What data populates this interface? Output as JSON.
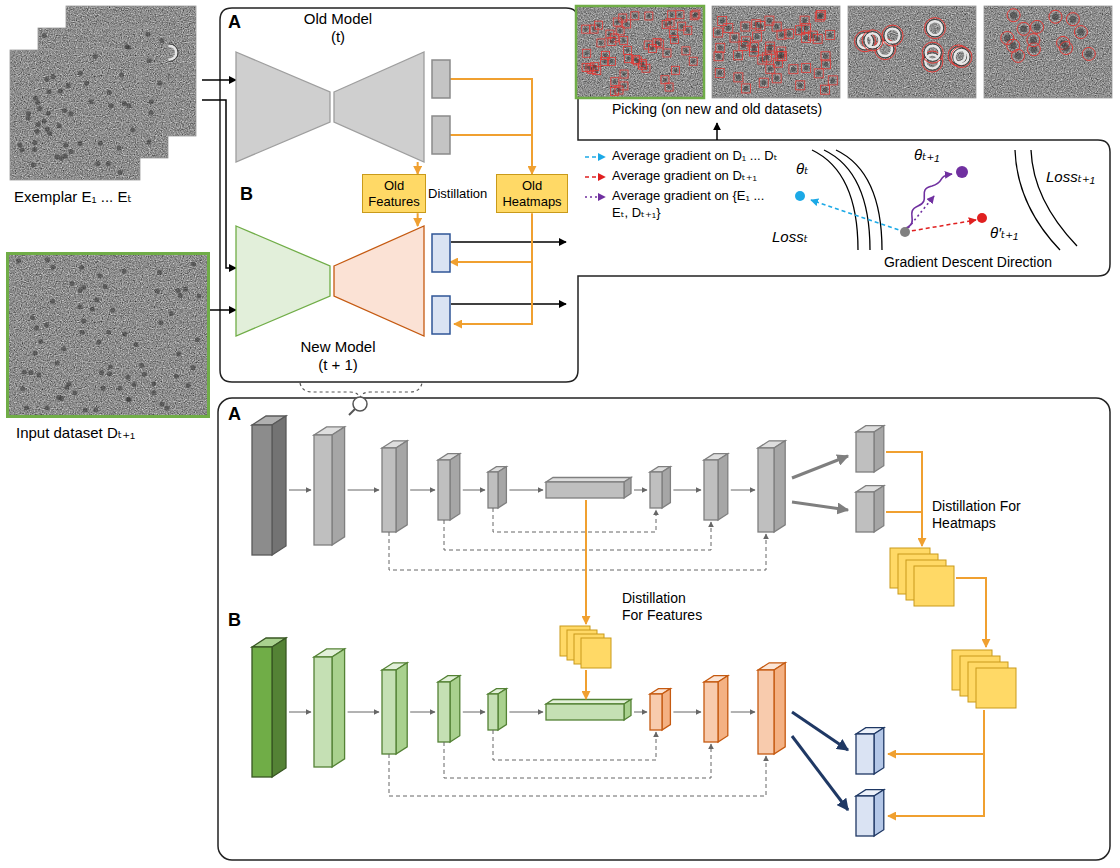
{
  "diagram": {
    "nodes": [
      {
        "text": [
          "Exemplar E₁ ... Eₜ"
        ]
      },
      {
        "text": [
          "Old Model (t)"
        ]
      },
      {
        "text": [
          "Old Features"
        ]
      },
      {
        "text": [
          "Old Heatmaps"
        ]
      },
      {
        "text": [
          "New Model (t + 1)"
        ]
      },
      {
        "text": [
          "Input dataset Dₜ₊₁"
        ]
      },
      {
        "text": [
          "Picking (on new and old datasets)"
        ]
      },
      {
        "text": [
          "Distillation For Features"
        ]
      },
      {
        "text": [
          "Distillation For Heatmaps"
        ]
      }
    ],
    "edges": [
      {
        "from": 0,
        "to": 1,
        "arrow": "to"
      },
      {
        "from": 0,
        "to": 4,
        "arrow": "to"
      },
      {
        "from": 5,
        "to": 4,
        "arrow": "to"
      },
      {
        "from": 1,
        "to": 2,
        "arrow": "to"
      },
      {
        "from": 2,
        "to": 4,
        "arrow": "to"
      },
      {
        "from": 1,
        "to": 3,
        "arrow": "to"
      },
      {
        "from": 3,
        "to": 4,
        "arrow": "to"
      }
    ],
    "labels": [
      "A",
      "B",
      "Distillation",
      "θₜ",
      "θₜ₊₁",
      "θ′ₜ₊₁",
      "Lossₜ",
      "Lossₜ₊₁",
      "Gradient Descent Direction",
      "A",
      "B"
    ],
    "legend": [
      {
        "text": "Average gradient on D₁ ... Dₜ"
      },
      {
        "text": "Average gradient on Dₜ₊₁"
      },
      {
        "text": "Average gradient on {E₁ ... Eₜ, Dₜ₊₁}"
      }
    ]
  }
}
